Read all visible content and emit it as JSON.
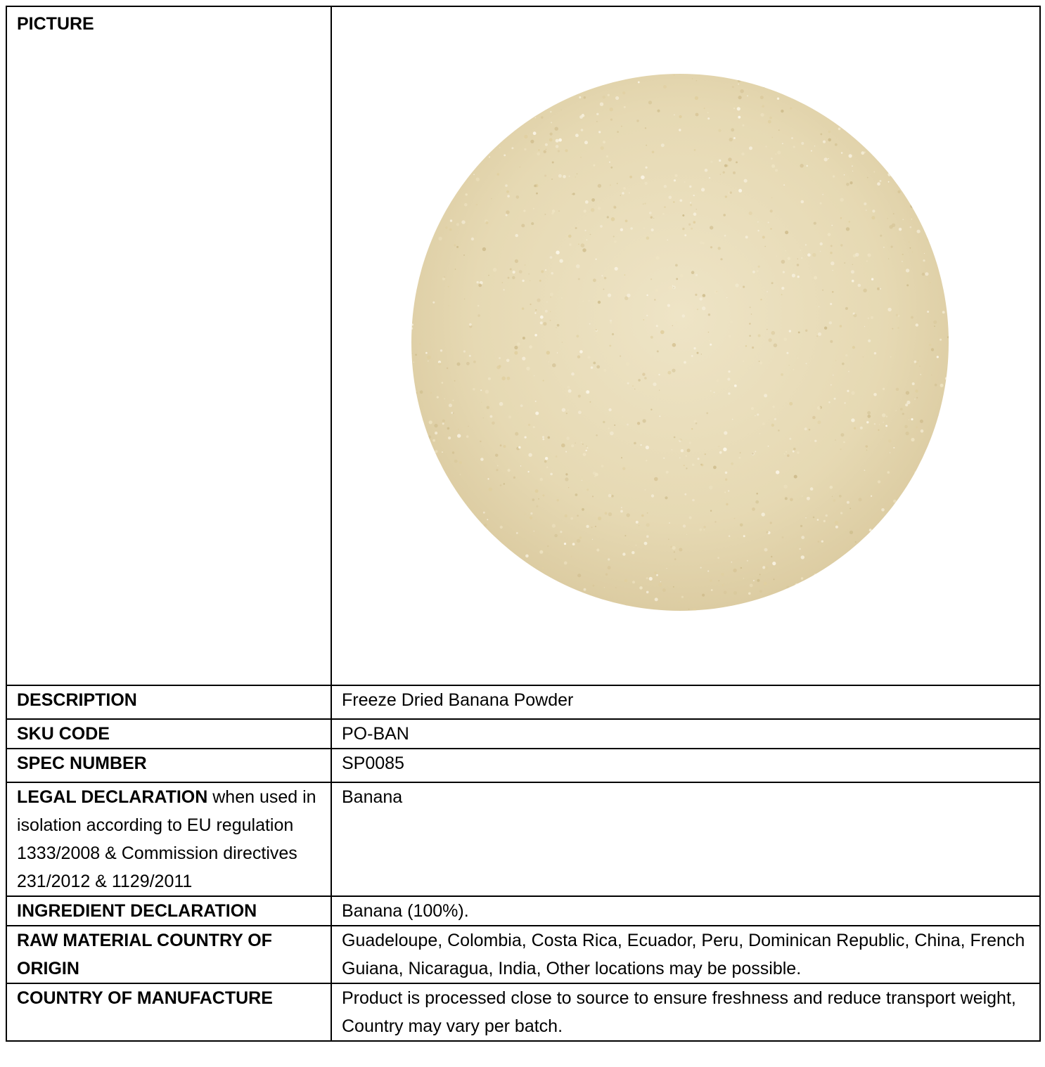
{
  "picture": {
    "label": "PICTURE",
    "image_description": "freeze-dried-banana-powder-photo",
    "powder_color": "#e8dcb8"
  },
  "rows": [
    {
      "label": "DESCRIPTION",
      "value": "Freeze Dried Banana Powder"
    },
    {
      "label": "SKU CODE",
      "value": "PO-BAN"
    },
    {
      "label": "SPEC NUMBER",
      "value": "SP0085"
    },
    {
      "label_bold": "LEGAL DECLARATION",
      "label_rest": " when used in isolation according to EU regulation 1333/2008 & Commission directives 231/2012 & 1129/2011",
      "value": "Banana"
    },
    {
      "label": "INGREDIENT DECLARATION",
      "value": "Banana (100%)."
    },
    {
      "label": "RAW MATERIAL COUNTRY OF ORIGIN",
      "value": "Guadeloupe, Colombia, Costa Rica, Ecuador, Peru, Dominican Republic, China, French Guiana, Nicaragua, India, Other locations may be possible."
    },
    {
      "label": "COUNTRY OF MANUFACTURE",
      "value": "Product is processed close to source to ensure freshness and reduce transport weight, Country may vary per batch."
    }
  ]
}
